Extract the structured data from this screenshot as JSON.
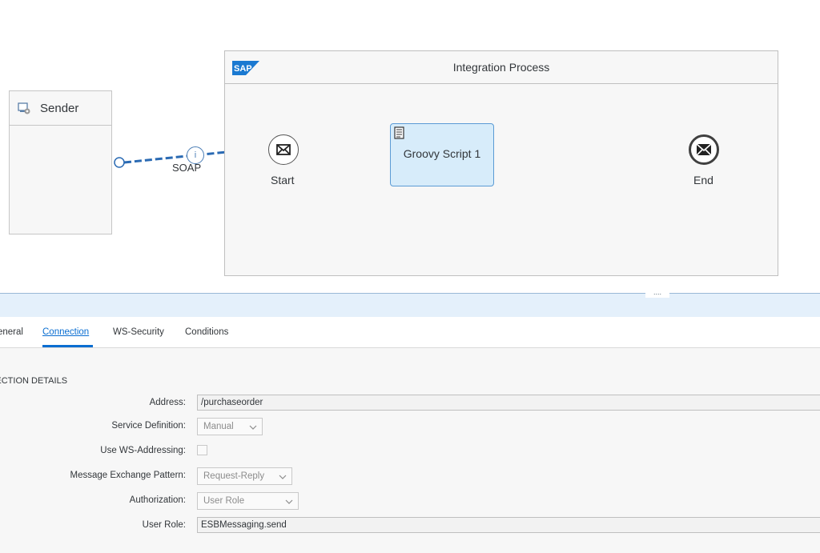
{
  "canvas": {
    "sender": {
      "label": "Sender"
    },
    "pool": {
      "title": "Integration Process"
    },
    "start_event": {
      "label": "Start"
    },
    "end_event": {
      "label": "End"
    },
    "task": {
      "label": "Groovy Script 1"
    },
    "connection": {
      "label": "SOAP"
    },
    "sap_logo_text": "SAP"
  },
  "tabs": [
    {
      "label": "General"
    },
    {
      "label": "Connection",
      "active": true
    },
    {
      "label": "WS-Security"
    },
    {
      "label": "Conditions"
    }
  ],
  "section": {
    "title": "CONNECTION DETAILS"
  },
  "form": {
    "address": {
      "label": "Address:",
      "value": "/purchaseorder"
    },
    "service_definition": {
      "label": "Service Definition:",
      "value": "Manual"
    },
    "use_ws_addressing": {
      "label": "Use WS-Addressing:",
      "checked": false
    },
    "message_exchange_pattern": {
      "label": "Message Exchange Pattern:",
      "value": "Request-Reply"
    },
    "authorization": {
      "label": "Authorization:",
      "value": "User Role"
    },
    "user_role": {
      "label": "User Role:",
      "value": "ESBMessaging.send"
    }
  },
  "colors": {
    "accent": "#0a6ed1",
    "task_fill": "#d7ecfa",
    "splitter": "#e4f0fb",
    "wire": "#2a6ab3"
  }
}
